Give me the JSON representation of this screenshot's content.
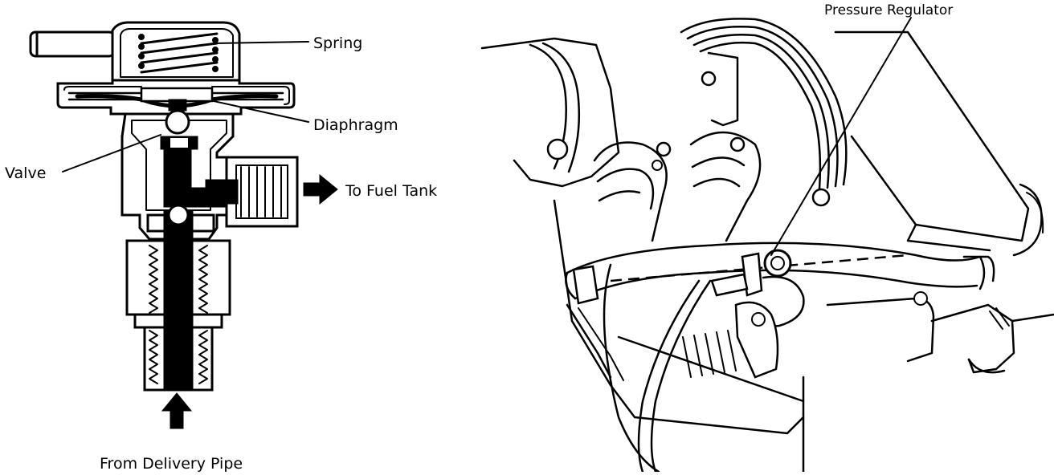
{
  "cutaway_labels": {
    "spring": "Spring",
    "diaphragm": "Diaphragm",
    "valve": "Valve",
    "to_fuel_tank": "To Fuel Tank",
    "from_delivery_pipe": "From Delivery Pipe"
  },
  "engine_labels": {
    "pressure_regulator": "Pressure Regulator"
  }
}
